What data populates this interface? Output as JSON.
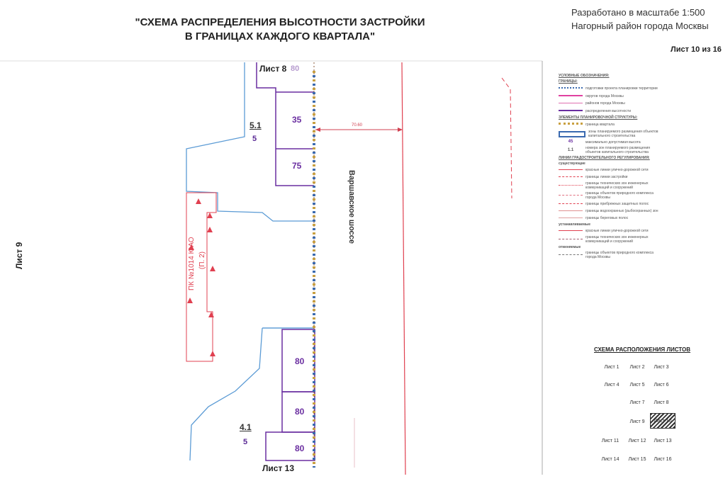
{
  "header": {
    "title_line1": "\"СХЕМА РАСПРЕДЕЛЕНИЯ ВЫСОТНОСТИ ЗАСТРОЙКИ",
    "title_line2": "В ГРАНИЦАХ КАЖДОГО КВАРТАЛА\"",
    "scale": "Разработано в масштабе 1:500",
    "district": "Нагорный район города Москвы",
    "sheet_number": "Лист 10 из 16"
  },
  "map": {
    "top_sheet": "Лист 8",
    "top_sheet_height": "80",
    "bottom_sheet": "Лист 13",
    "left_sheet": "Лист 9",
    "street": "Варшавское шоссе",
    "dimension": "70.60",
    "monument_label": "ПК №1014 ЮАО",
    "monument_sub": "(П. 2)",
    "zones": [
      {
        "id": "5.1",
        "height": "5"
      },
      {
        "id": "4.1",
        "height": "5"
      }
    ],
    "blocks": [
      "35",
      "75",
      "80",
      "80",
      "80"
    ]
  },
  "legend": {
    "title": "УСЛОВНЫЕ ОБОЗНАЧЕНИЯ:",
    "items": [
      "ГРАНИЦЫ:",
      "подготовки проекта планировки территории",
      "округов города Москвы",
      "районов города Москвы",
      "распределения высотности",
      "ЭЛЕМЕНТЫ ПЛАНИРОВОЧНОЙ СТРУКТУРЫ:",
      "граница квартала",
      "зоны планируемого размещения объектов капитального строительства",
      "максимально допустимая высота",
      "номера зон планируемого размещения объектов капитального строительства",
      "ЛИНИИ ГРАДОСТРОИТЕЛЬНОГО РЕГУЛИРОВАНИЯ:",
      "существующие",
      "красные линии улично-дорожной сети",
      "границы линии застройки",
      "границы технических зон инженерных коммуникаций и сооружений",
      "границы объектов природного комплекса города Москвы",
      "границы прибрежных защитных полос",
      "границы водоохранных (рыбоохранных) зон",
      "границы береговых полос",
      "устанавливаемые",
      "красные линии улично-дорожной сети",
      "границы технических зон инженерных коммуникаций и сооружений",
      "отменяемые",
      "границы объектов природного комплекса города Москвы"
    ],
    "legend_height_sample": "45",
    "legend_zone_sample": "1.1"
  },
  "sheet_scheme": {
    "title": "СХЕМА РАСПОЛОЖЕНИЯ ЛИСТОВ",
    "sheets": [
      "Лист 1",
      "Лист 2",
      "Лист 3",
      "Лист 4",
      "Лист 5",
      "Лист 6",
      "Лист 7",
      "Лист 8",
      "Лист 9",
      "Лист 10",
      "Лист 11",
      "Лист 12",
      "Лист 13",
      "Лист 14",
      "Лист 15",
      "Лист 16"
    ],
    "active": "Лист 10"
  },
  "colors": {
    "block_border": "#6a2ea0",
    "zone_border": "#5b9bd5",
    "red_line": "#e04050",
    "axis_line": "#8a5a3a"
  }
}
